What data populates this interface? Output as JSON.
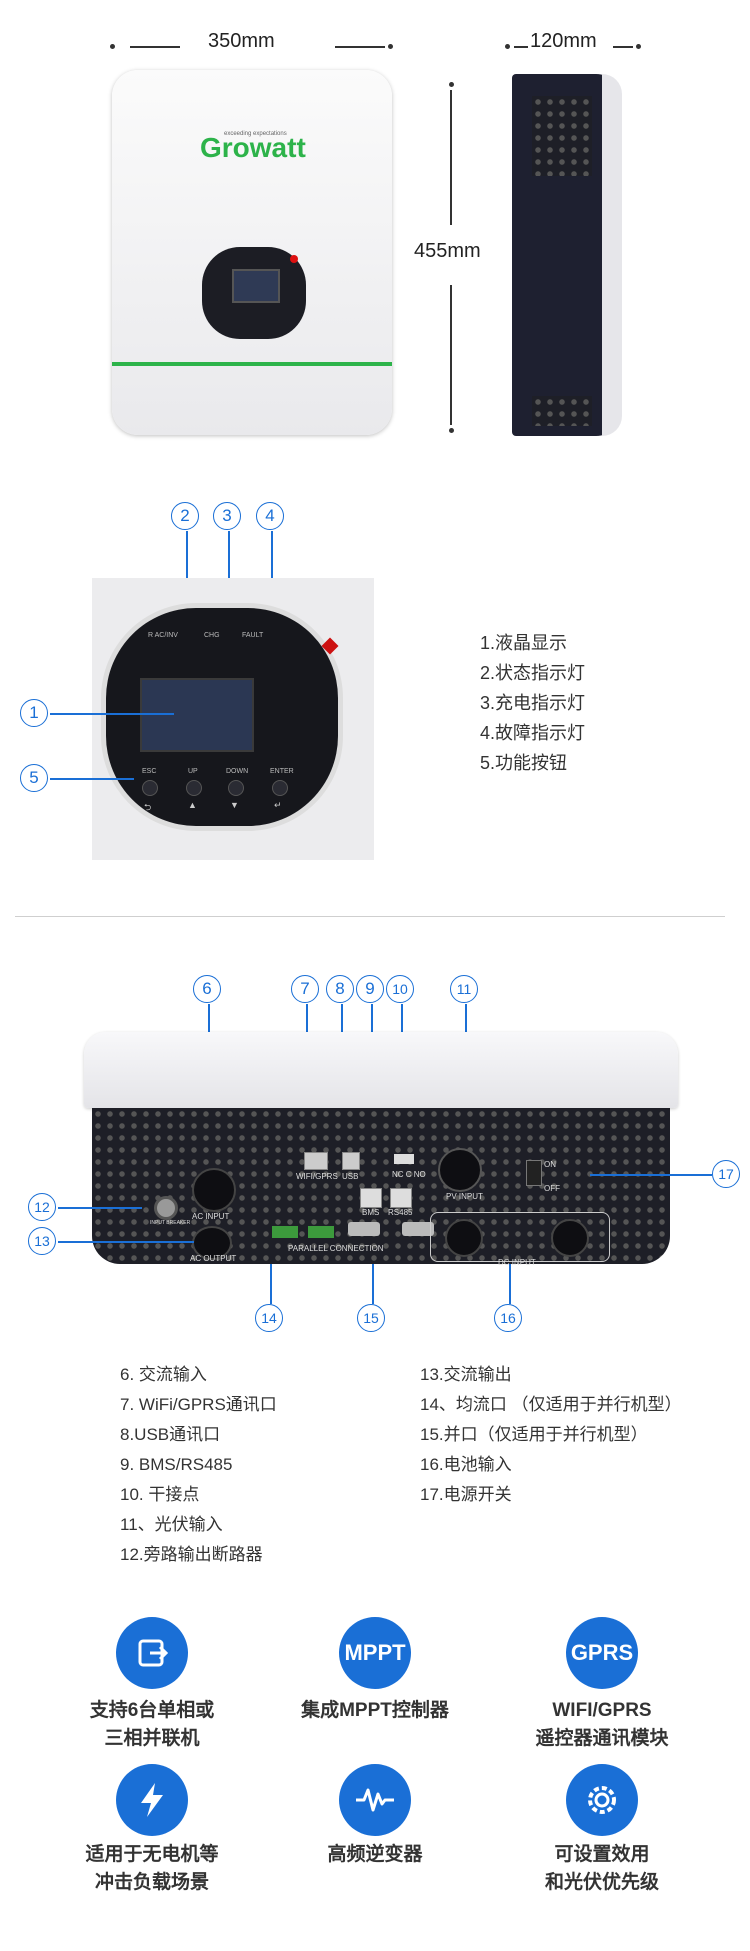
{
  "dimensions": {
    "width": "350mm",
    "depth": "120mm",
    "height": "455mm"
  },
  "front_unit": {
    "brand": "Growatt",
    "tagline": "exceeding expectations"
  },
  "panel": {
    "indicators": [
      "R AC/INV",
      "CHG",
      "FAULT"
    ],
    "buttons": [
      "ESC",
      "UP",
      "DOWN",
      "ENTER"
    ],
    "button_symbols": [
      "⮌",
      "▲",
      "▼",
      "↵"
    ]
  },
  "callouts_top": [
    "1",
    "2",
    "3",
    "4",
    "5"
  ],
  "legend_top": [
    "1.液晶显示",
    "2.状态指示灯",
    "3.充电指示灯",
    "4.故障指示灯",
    "5.功能按钮"
  ],
  "bottom_unit": {
    "ports": {
      "ac_input": "AC INPUT",
      "ac_output": "AC OUTPUT",
      "wifi": "WIFI/GPRS",
      "usb": "USB",
      "bms": "BMS",
      "rs485": "RS485",
      "nc_c_no": "NC  C  NO",
      "pv_input": "PV INPUT",
      "dc_input": "DC INPUT",
      "parallel": "PARALLEL  CONNECTION",
      "breaker": "INPUT BREAKER",
      "on": "ON",
      "off": "OFF"
    }
  },
  "callouts_bottom": [
    "6",
    "7",
    "8",
    "9",
    "10",
    "11",
    "12",
    "13",
    "14",
    "15",
    "16",
    "17"
  ],
  "legend_bottom_left": [
    "6. 交流输入",
    "7. WiFi/GPRS通讯口",
    "8.USB通讯口",
    "9. BMS/RS485",
    "10. 干接点",
    "11、光伏输入",
    "12.旁路输出断路器"
  ],
  "legend_bottom_right": [
    "13.交流输出",
    "14、均流口 （仅适用于并行机型）",
    "15.并口（仅适用于并行机型）",
    "16.电池输入",
    "17.电源开关"
  ],
  "features": [
    {
      "icon": "parallel-icon",
      "label1": "支持6台单相或",
      "label2": "三相并联机"
    },
    {
      "icon": "mppt-icon",
      "badge": "MPPT",
      "label1": "集成MPPT控制器",
      "label2": ""
    },
    {
      "icon": "gprs-icon",
      "badge": "GPRS",
      "label1": "WIFI/GPRS",
      "label2": "遥控器通讯模块"
    },
    {
      "icon": "lightning-icon",
      "label1": "适用于无电机等",
      "label2": "冲击负载场景"
    },
    {
      "icon": "waveform-icon",
      "label1": "高频逆变器",
      "label2": ""
    },
    {
      "icon": "gear-icon",
      "label1": "可设置效用",
      "label2": "和光伏优先级"
    }
  ],
  "colors": {
    "accent": "#1a6fd6",
    "brand_green": "#2db34a",
    "device_dark": "#1e1f27"
  }
}
